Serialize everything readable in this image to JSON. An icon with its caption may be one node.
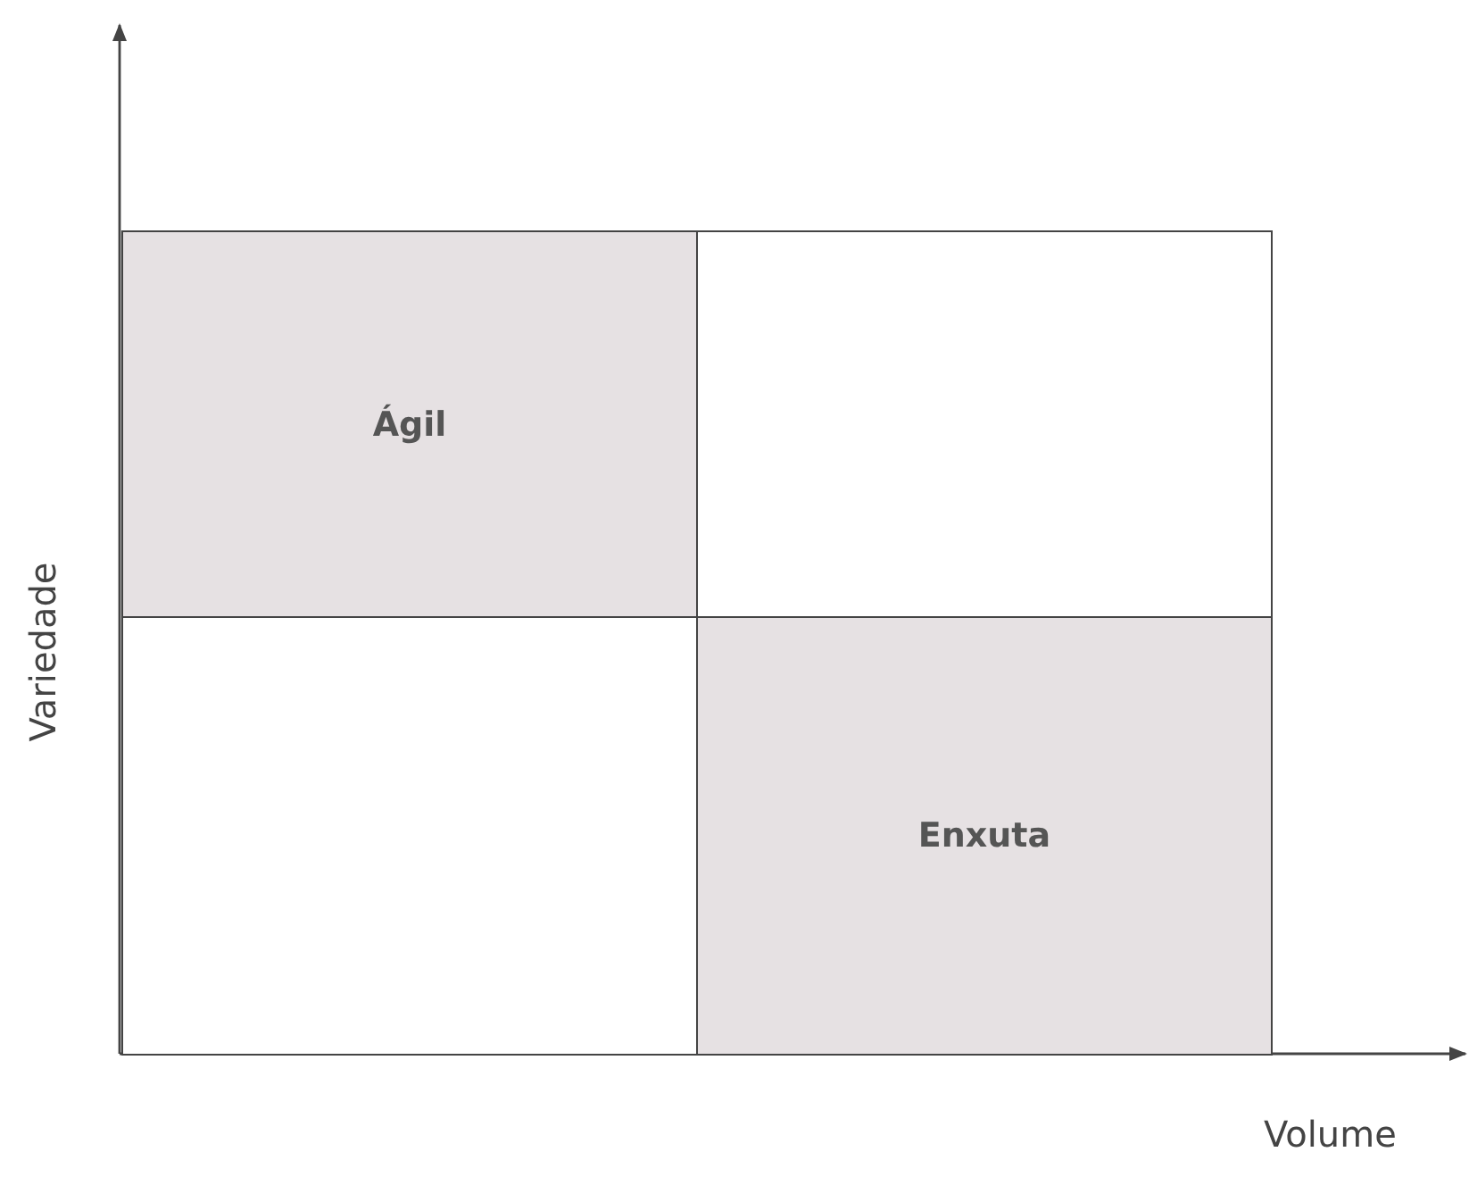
{
  "diagram": {
    "nodes": [
      {
        "text": [
          "Ágil"
        ]
      },
      {
        "text": [],
        "shape": "box"
      },
      {
        "text": [],
        "shape": "box"
      },
      {
        "text": [
          "Enxuta"
        ]
      }
    ],
    "labels": [
      "Variedade",
      "Volume"
    ]
  }
}
